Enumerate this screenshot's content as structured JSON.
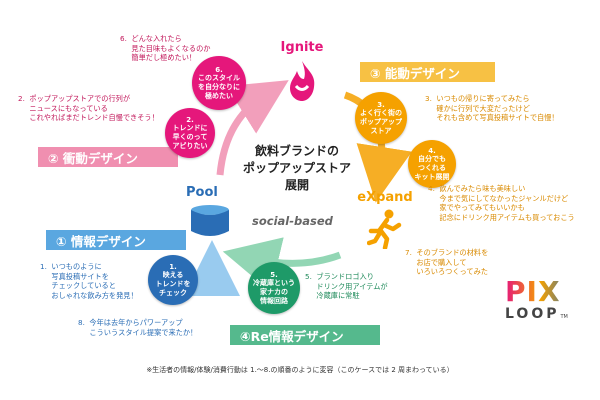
{
  "center_title": "飲料ブランドの\nポップアップストア\n展開",
  "cycle_label": "social-based",
  "stages": {
    "ignite": "Ignite",
    "expand": "eXpand",
    "pool": "Pool"
  },
  "banners": {
    "drive": "② 衝動デザイン",
    "active": "③ 能動デザイン",
    "info": "① 情報デザイン",
    "reinfo": "④Re情報デザイン"
  },
  "circles": [
    {
      "id": "1",
      "text": "1.\n映える\nトレンドを\nチェック"
    },
    {
      "id": "2",
      "text": "2.\nトレンドに\n早くのって\nアピりたい"
    },
    {
      "id": "3",
      "text": "3.\nよく行く街の\nポップアップ\nストア"
    },
    {
      "id": "4",
      "text": "4.\n自分でも\nつくれる\nキット展開"
    },
    {
      "id": "5",
      "text": "5.\n冷蔵庫という\n家ナカの\n情報回路"
    },
    {
      "id": "6",
      "text": "6.\nこのスタイル\nを自分なりに\n極めたい"
    }
  ],
  "notes": {
    "n1": "1.  いつものように\n     写真投稿サイトを\n     チェックしていると\n     おしゃれな飲み方を発見！",
    "n2": "2.  ポップアップストアでの行列が\n     ニュースにもなっている\n     これやればまだトレンド自慢できそう！",
    "n3": "3.  いつもの帰りに寄ってみたら\n     確かに行列で大変だったけど\n     それも含めて写真投稿サイトで自慢！",
    "n4": "4.  飲んでみたら味も美味しい\n     今まで気にしてなかったジャンルだけど\n     家でやってみてもいいかも\n     記念にドリンク用アイテムも買っておこう",
    "n5": "5.  ブランドロゴ入り\n     ドリンク用アイテムが\n     冷蔵庫に常駐",
    "n6": "6.  どんな入れたら\n     見た目味もよくなるのか\n     簡単だし極めたい！",
    "n7": "7.  そのブランドの材料を\n     お店で購入して\n     いろいろつくってみた",
    "n8": "8.  今年は去年からパワーアップ\n     こういうスタイル提案で来たか！"
  },
  "logo": {
    "line1": "PIX",
    "line2": "LOOP",
    "tm": "TM"
  },
  "footnote": "※生活者の情報/体験/消費行動は 1.～8.の順番のように変容（このケースでは 2 周まわっている）",
  "colors": {
    "magenta": "#e5177b",
    "blue": "#2a6db5",
    "orange": "#f5a100",
    "green": "#1e9a68",
    "pink_banner": "#f08fb0",
    "orange_banner": "#f7c144",
    "blue_banner": "#5aa7e0",
    "green_banner": "#55b98d"
  }
}
